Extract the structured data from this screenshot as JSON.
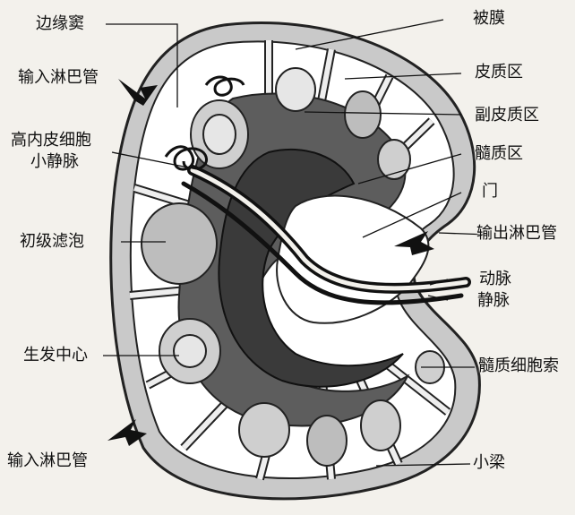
{
  "labels": {
    "biao_yuan_dou": "边缘窦",
    "shu_ru_top": "输入淋巴管",
    "gao_nei_pi_1": "高内皮细胞",
    "gao_nei_pi_2": "小静脉",
    "chu_ji": "初级滤泡",
    "sheng_fa": "生发中心",
    "shu_ru_bottom": "输入淋巴管",
    "bei_mo": "被膜",
    "pi_zhi": "皮质区",
    "fu_pi_zhi": "副皮质区",
    "sui_zhi": "髓质区",
    "men": "门",
    "shu_chu": "输出淋巴管",
    "dong_mai": "动脉",
    "jing_mai": "静脉",
    "sui_zhi_xi_bao_suo": "髓质细胞索",
    "xiao_liang": "小梁"
  },
  "colors": {
    "background": "#f3f1ec",
    "capsule": "#c9c9c9",
    "cortex": "#ffffff",
    "paracortex": "#5d5d5d",
    "medulla": "#3a3a3a",
    "hilum": "#ffffff",
    "follicle": "#cfcfcf",
    "vessel": "#2a2a2a"
  }
}
